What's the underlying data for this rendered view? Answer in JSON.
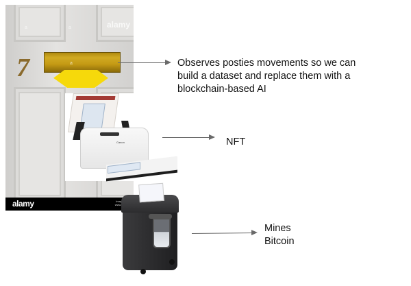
{
  "slide": {
    "background_color": "#ffffff"
  },
  "photos": {
    "door": {
      "description": "white door with brass letterbox and yellow envelope",
      "house_number": "7",
      "watermark": "alamy",
      "watermark_small": "a",
      "footer_logo": "alamy",
      "footer_credit_line1": "Image ID: ...",
      "footer_credit_line2": "www.alamy..."
    },
    "scanner": {
      "description": "document scanner feeding a form",
      "brand": "Canon"
    },
    "shredder": {
      "description": "black paper shredder with clear window"
    }
  },
  "annotations": [
    {
      "target": "letterbox",
      "text_lines": [
        "Observes posties movements so we can",
        "build a dataset and replace them with a",
        "blockchain-based AI"
      ],
      "arrow_color": "#6a6a6a"
    },
    {
      "target": "scanner",
      "text_lines": [
        "NFT"
      ],
      "arrow_color": "#6a6a6a"
    },
    {
      "target": "shredder",
      "text_lines": [
        "Mines",
        "Bitcoin"
      ],
      "arrow_color": "#6a6a6a"
    }
  ]
}
